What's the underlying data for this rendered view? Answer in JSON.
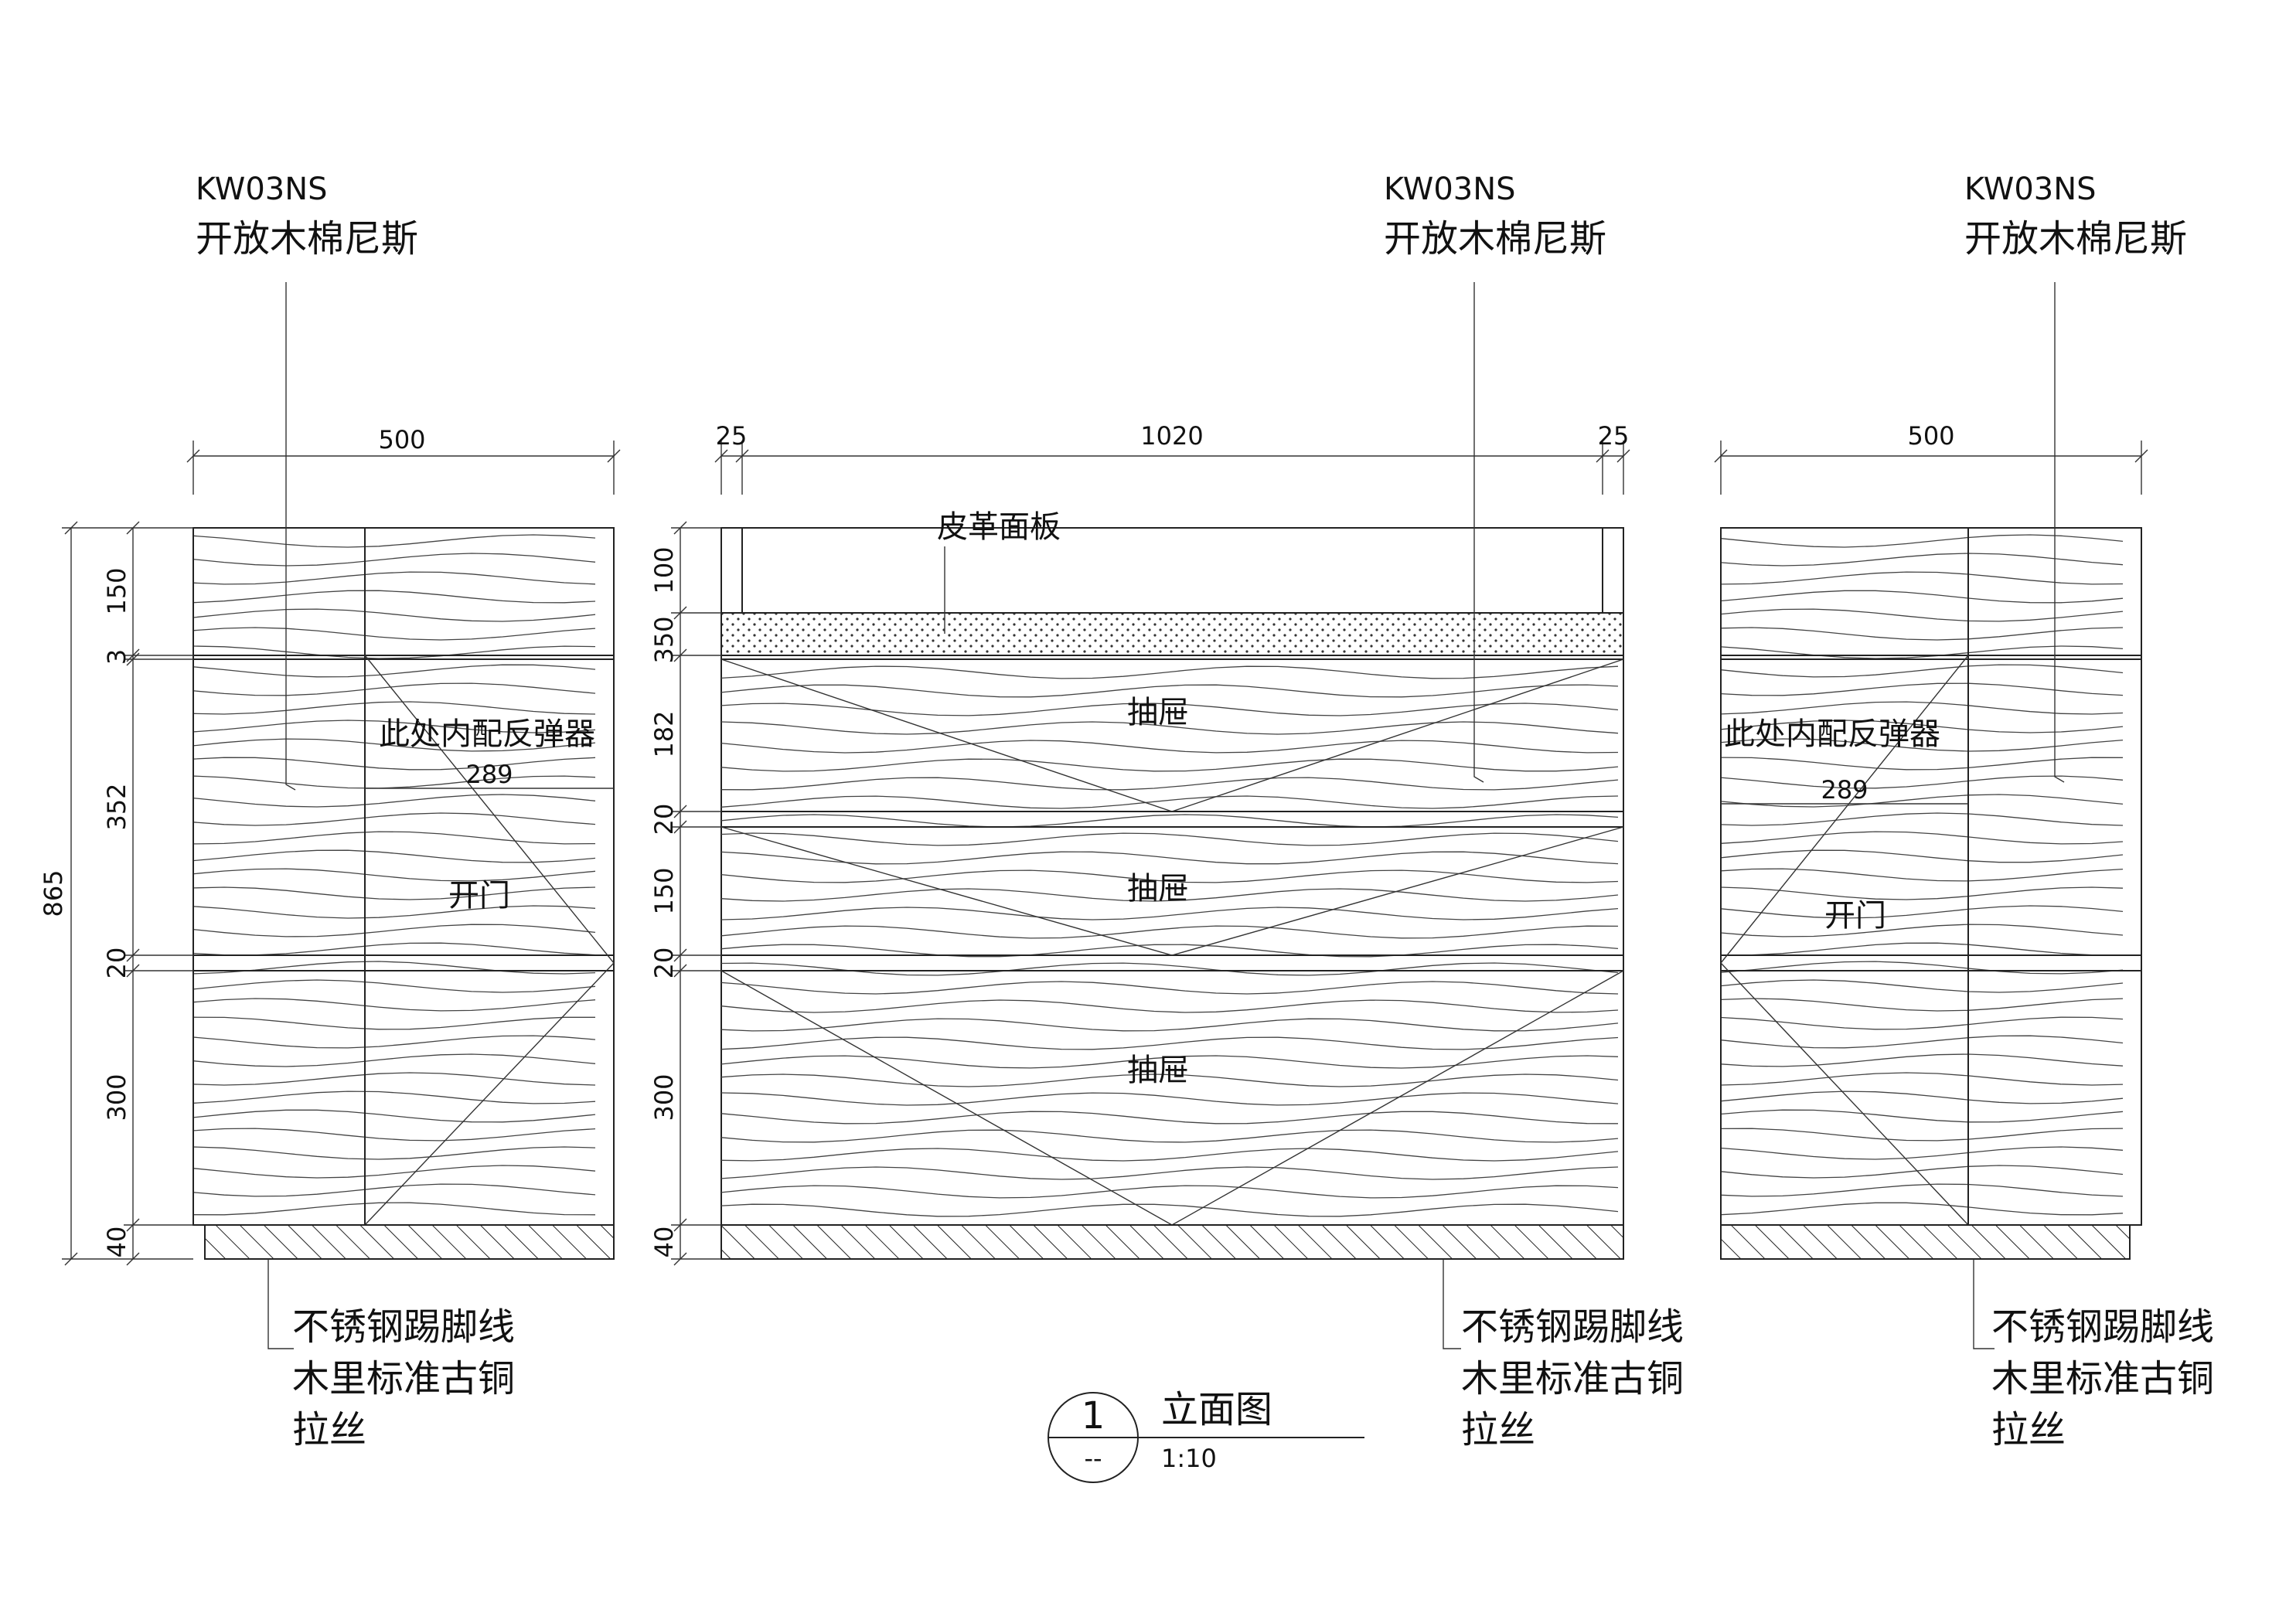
{
  "callouts_top": [
    {
      "code": "KW03NS",
      "name": "开放木棉尼斯"
    },
    {
      "code": "KW03NS",
      "name": "开放木棉尼斯"
    },
    {
      "code": "KW03NS",
      "name": "开放木棉尼斯"
    }
  ],
  "callouts_bottom": [
    {
      "line1": "不锈钢踢脚线",
      "line2": "木里标准古铜",
      "line3": "拉丝"
    },
    {
      "line1": "不锈钢踢脚线",
      "line2": "木里标准古铜",
      "line3": "拉丝"
    },
    {
      "line1": "不锈钢踢脚线",
      "line2": "木里标准古铜",
      "line3": "拉丝"
    }
  ],
  "dims": {
    "left_width": "500",
    "center_side_left": "25",
    "center_width": "1020",
    "center_side_right": "25",
    "right_width": "500",
    "left_total": "865",
    "left_rows": [
      "150",
      "3",
      "352",
      "20",
      "300",
      "40"
    ],
    "center_rows": [
      "100",
      "350",
      "182",
      "20",
      "150",
      "20",
      "300",
      "40"
    ],
    "inner_width": "289"
  },
  "labels": {
    "leather_panel": "皮革面板",
    "drawer": "抽屉",
    "open_door": "开门",
    "rebound": "此处内配反弹器"
  },
  "title_block": {
    "number": "1",
    "sheet": "--",
    "title": "立面图",
    "scale": "1:10"
  }
}
